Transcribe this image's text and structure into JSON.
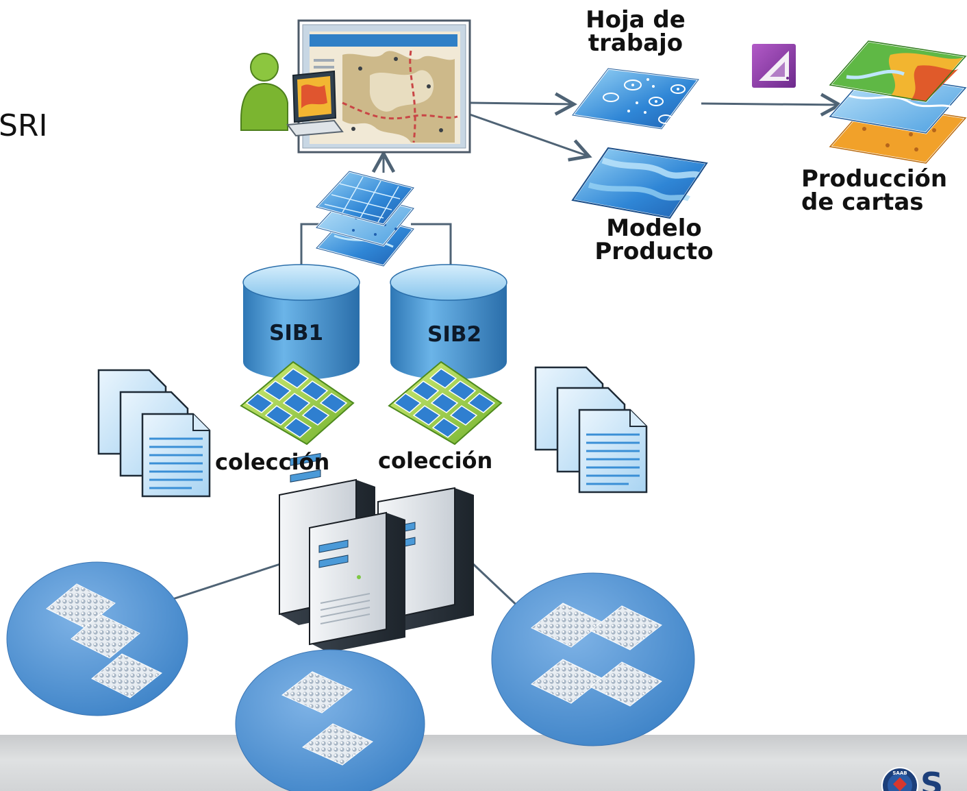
{
  "title_fragment": "SRI",
  "labels": {
    "hoja_de_trabajo": [
      "Hoja de",
      "trabajo"
    ],
    "modelo_producto": [
      "Modelo",
      "Producto"
    ],
    "produccion_de_cartas": [
      "Producción",
      "de cartas"
    ],
    "sib1": "SIB1",
    "sib2": "SIB2",
    "coleccion_1": "colección",
    "coleccion_2": "colección"
  },
  "logo": {
    "text": "S",
    "seal_text": "SAAB"
  },
  "colors": {
    "connector": "#4f6375",
    "cylinder_top": "#9fd1f0",
    "cylinder_body": "#3f8fcc",
    "ellipse_fill": "#5b9ad6",
    "sheet_blue": "#2f7fd0",
    "purple_icon": "#8d3fa8",
    "footer_gray": "#d6d8da"
  },
  "icons": [
    "user-at-computer-icon",
    "map-window-icon",
    "worksheet-layer-icon",
    "product-model-layer-icon",
    "chart-production-stack-icon",
    "triangle-tool-icon",
    "layer-stack-icon",
    "database-cylinder-icon",
    "tile-collection-icon",
    "document-stack-icon",
    "server-cluster-icon",
    "tile-grid-ellipse-icon",
    "saab-logo-icon"
  ]
}
